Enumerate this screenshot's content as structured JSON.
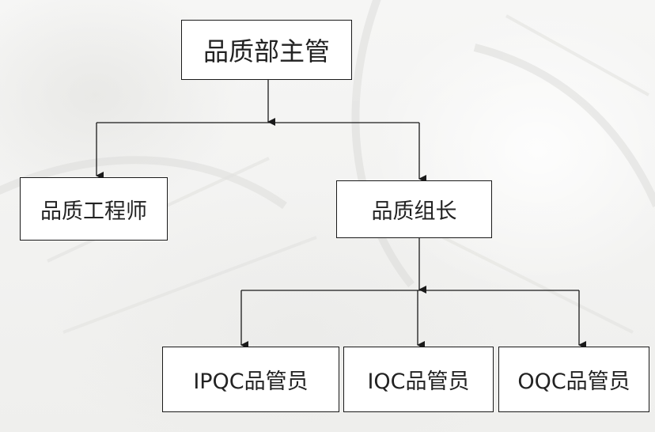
{
  "diagram": {
    "nodes": {
      "head": "品质部主管",
      "engineer": "品质工程师",
      "lead": "品质组长",
      "ipqc": "IPQC品管员",
      "iqc": "IQC品管员",
      "oqc": "OQC品管员"
    },
    "edges": [
      [
        "head",
        "engineer"
      ],
      [
        "head",
        "lead"
      ],
      [
        "lead",
        "ipqc"
      ],
      [
        "lead",
        "iqc"
      ],
      [
        "lead",
        "oqc"
      ]
    ]
  },
  "colors": {
    "line": "#1a1a1a",
    "box_fill": "#ffffff",
    "box_border": "#1a1a1a",
    "text": "#222222"
  }
}
